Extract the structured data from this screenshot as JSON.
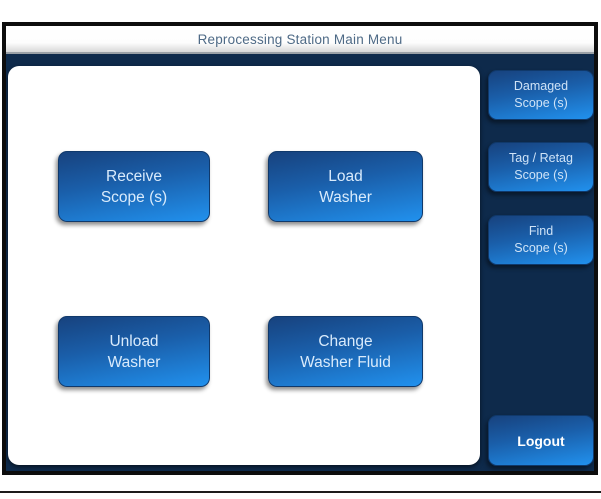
{
  "title_bar": {
    "title": "Reprocessing Station Main Menu"
  },
  "main_menu": {
    "buttons": [
      {
        "name": "receive-scopes",
        "line1": "Receive",
        "line2": "Scope (s)"
      },
      {
        "name": "load-washer",
        "line1": "Load",
        "line2": "Washer"
      },
      {
        "name": "unload-washer",
        "line1": "Unload",
        "line2": "Washer"
      },
      {
        "name": "change-washer-fluid",
        "line1": "Change",
        "line2": "Washer Fluid"
      }
    ]
  },
  "sidebar": {
    "buttons": [
      {
        "name": "damaged-scopes",
        "line1": "Damaged",
        "line2": "Scope (s)"
      },
      {
        "name": "tag-retag-scopes",
        "line1": "Tag / Retag",
        "line2": "Scope (s)"
      },
      {
        "name": "find-scopes",
        "line1": "Find",
        "line2": "Scope (s)"
      }
    ],
    "logout_label": "Logout"
  },
  "colors": {
    "screen_background": "#0e2a4b",
    "panel_background": "#ffffff",
    "button_gradient_top": "#17427e",
    "button_gradient_bottom": "#2191ee",
    "button_text": "#d9ebfc",
    "title_text": "#4e6a86",
    "frame_border": "#0d0d0d"
  }
}
